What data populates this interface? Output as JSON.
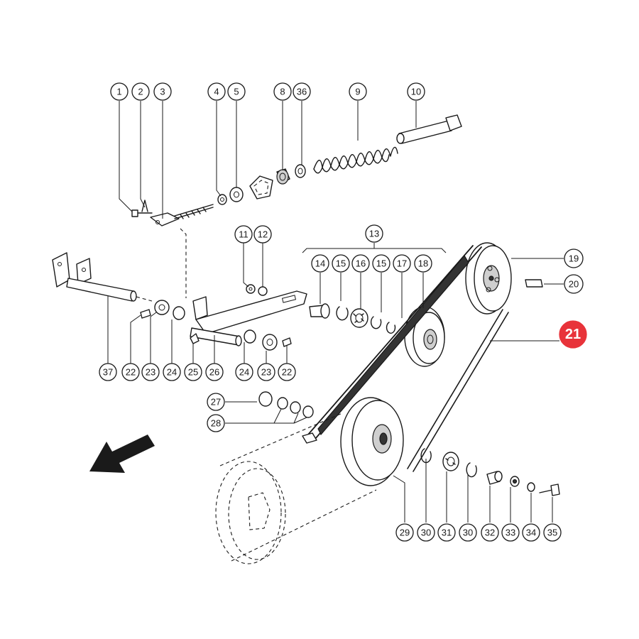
{
  "diagram": {
    "highlight_color": "#e8333a",
    "line_color": "#1a1a1a",
    "callouts": [
      {
        "id": "c1",
        "label": "1"
      },
      {
        "id": "c2",
        "label": "2"
      },
      {
        "id": "c3",
        "label": "3"
      },
      {
        "id": "c4",
        "label": "4"
      },
      {
        "id": "c5",
        "label": "5"
      },
      {
        "id": "c8",
        "label": "8"
      },
      {
        "id": "c36",
        "label": "36"
      },
      {
        "id": "c9",
        "label": "9"
      },
      {
        "id": "c10",
        "label": "10"
      },
      {
        "id": "c11",
        "label": "11"
      },
      {
        "id": "c12",
        "label": "12"
      },
      {
        "id": "c13",
        "label": "13"
      },
      {
        "id": "c14",
        "label": "14"
      },
      {
        "id": "c15a",
        "label": "15"
      },
      {
        "id": "c16",
        "label": "16"
      },
      {
        "id": "c15b",
        "label": "15"
      },
      {
        "id": "c17",
        "label": "17"
      },
      {
        "id": "c18",
        "label": "18"
      },
      {
        "id": "c19",
        "label": "19"
      },
      {
        "id": "c20",
        "label": "20"
      },
      {
        "id": "c21",
        "label": "21",
        "highlighted": true
      },
      {
        "id": "c37",
        "label": "37"
      },
      {
        "id": "c22a",
        "label": "22"
      },
      {
        "id": "c23a",
        "label": "23"
      },
      {
        "id": "c24a",
        "label": "24"
      },
      {
        "id": "c25",
        "label": "25"
      },
      {
        "id": "c26",
        "label": "26"
      },
      {
        "id": "c24b",
        "label": "24"
      },
      {
        "id": "c23b",
        "label": "23"
      },
      {
        "id": "c22b",
        "label": "22"
      },
      {
        "id": "c27",
        "label": "27"
      },
      {
        "id": "c28",
        "label": "28"
      },
      {
        "id": "c29",
        "label": "29"
      },
      {
        "id": "c30a",
        "label": "30"
      },
      {
        "id": "c31",
        "label": "31"
      },
      {
        "id": "c30b",
        "label": "30"
      },
      {
        "id": "c32",
        "label": "32"
      },
      {
        "id": "c33",
        "label": "33"
      },
      {
        "id": "c34",
        "label": "34"
      },
      {
        "id": "c35",
        "label": "35"
      }
    ]
  }
}
